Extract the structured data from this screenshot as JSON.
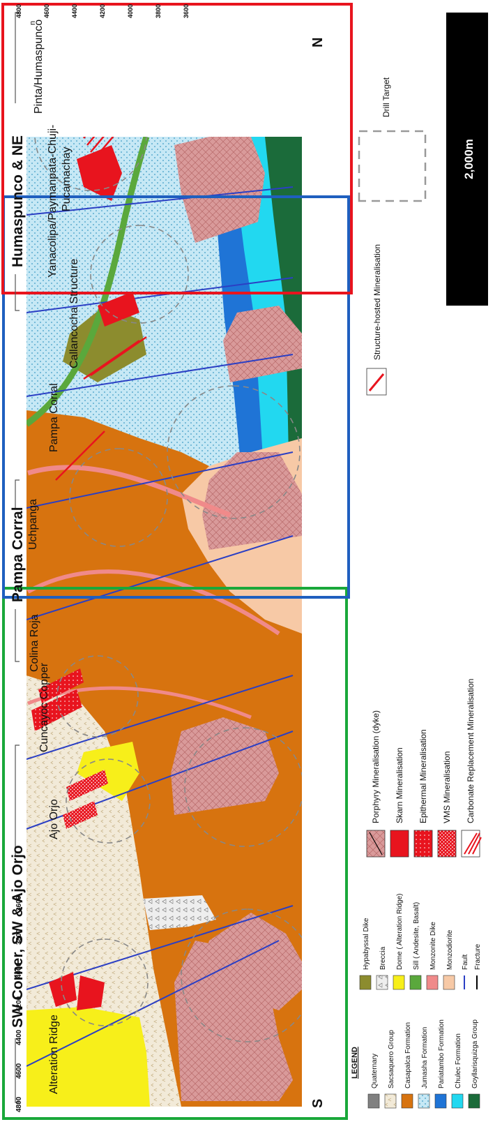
{
  "regions": {
    "sw": "SW Corner, SW & Ajo Orjo",
    "pampa": "Pampa Corral",
    "huma": "Humaspunco & NE"
  },
  "labels": {
    "alteration_ridge": "Alteration  Ridge",
    "ajo_orjo": "Ajo Orjo",
    "cuncayoc": "Cuncayoc Copper",
    "colina": "Colina Roja",
    "uchpanga": "Uchpanga",
    "pampa_corral": "Pampa Corral",
    "callancocha": "Callancocha Structure",
    "yanacolipa_1": "Yanacolipa/Paymanpata-Chuji-",
    "yanacolipa_2": "Pucamachay",
    "pinta": "Pinta/Humaspunco",
    "pinta_suffix": "n"
  },
  "orientation": {
    "south": "S",
    "north": "N"
  },
  "elevation_ticks": [
    "4800",
    "4600",
    "4400",
    "4200",
    "4000",
    "3800",
    "3600"
  ],
  "legend": {
    "title": "LEGEND",
    "formations": [
      {
        "label": "Quaternary",
        "color": "#808080"
      },
      {
        "label": "Sacsaquero Group",
        "color": "#f2ead8"
      },
      {
        "label": "Casapalca Formation",
        "color": "#d7730f"
      },
      {
        "label": "Jumasha Formation",
        "color": "#bfe6f5"
      },
      {
        "label": "Pariatambo Formation",
        "color": "#1f74d6"
      },
      {
        "label": "Chulec Formation",
        "color": "#22d8f0"
      },
      {
        "label": "Goyllarisquizga Group",
        "color": "#1b6b3a"
      }
    ],
    "intrusives": [
      {
        "label": "Hypabyssal Dike",
        "color": "#8c8c2e"
      },
      {
        "label": "Breccia",
        "color": "#e9e9e9"
      },
      {
        "label": "Dome ( Alteration Ridge)",
        "color": "#f7ef1a"
      },
      {
        "label": "Sill  ( Andesite, Basalt)",
        "color": "#5aa83c"
      },
      {
        "label": "Monzonite Dike",
        "color": "#f08a8a"
      },
      {
        "label": "Monzodiorite",
        "color": "#f7c9a6"
      },
      {
        "label": "Fault",
        "color": "#2b3fc4"
      },
      {
        "label": "Fracture",
        "color": "#000000"
      }
    ],
    "mineralisation": [
      {
        "label": "Porphyry Mineralisation (dyke)"
      },
      {
        "label": "Skarn Mineralisation"
      },
      {
        "label": "Epithermal Mineralisation"
      },
      {
        "label": "VMS Mineralisation"
      },
      {
        "label": "Carbonate Replacement Mineralisation"
      }
    ],
    "structure": "Structure-hosted Mineralisation",
    "drill_target": "Drill Target"
  },
  "scale_bar": "2,000m",
  "colors": {
    "sw_box": "#1aa83a",
    "pampa_box": "#1f5fbf",
    "huma_box": "#e8141e",
    "mineral_red": "#e8141e",
    "monzodiorite": "#d99a9a"
  }
}
